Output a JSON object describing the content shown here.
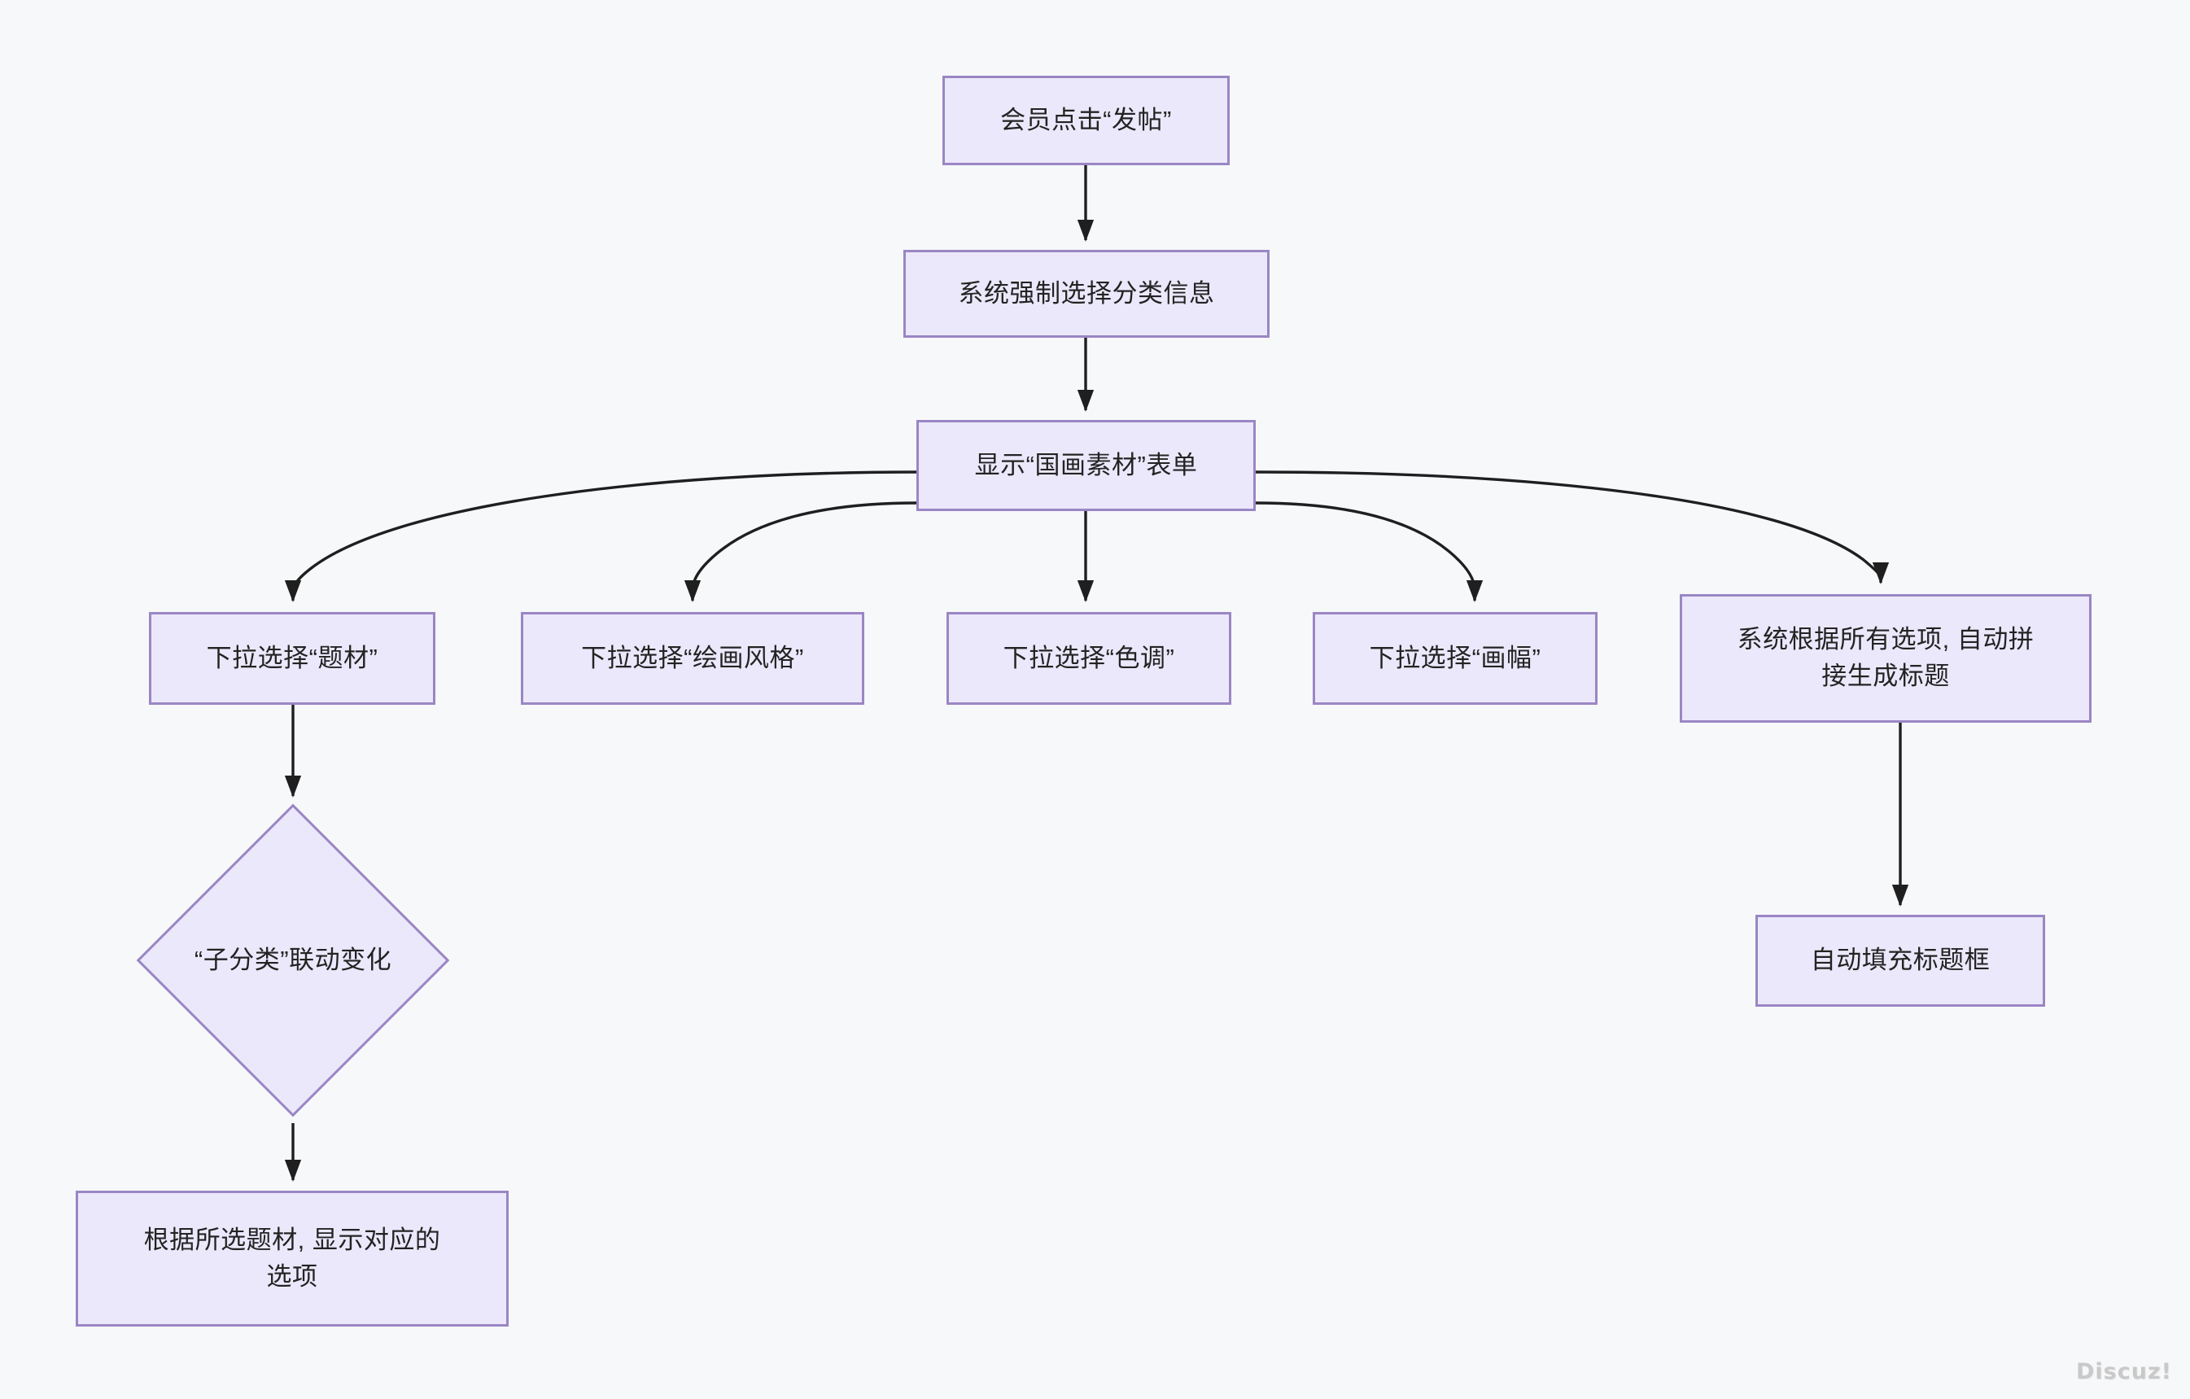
{
  "diagram": {
    "type": "flowchart",
    "direction": "top-down",
    "background_color": "#f7f8fa",
    "node_fill_color": "#ece8fb",
    "node_border_color": "#9a86c4",
    "edge_color": "#1f1f1f",
    "text_color": "#232323",
    "watermark": "Discuz!",
    "nodes": [
      {
        "id": "n1",
        "shape": "rect",
        "label": "会员点击“发帖”"
      },
      {
        "id": "n2",
        "shape": "rect",
        "label": "系统强制选择分类信息"
      },
      {
        "id": "n3",
        "shape": "rect",
        "label": "显示“国画素材”表单"
      },
      {
        "id": "n4",
        "shape": "rect",
        "label": "下拉选择“题材”"
      },
      {
        "id": "n5",
        "shape": "rect",
        "label": "下拉选择“绘画风格”"
      },
      {
        "id": "n6",
        "shape": "rect",
        "label": "下拉选择“色调”"
      },
      {
        "id": "n7",
        "shape": "rect",
        "label": "下拉选择“画幅”"
      },
      {
        "id": "n8",
        "shape": "rect",
        "label": "系统根据所有选项, 自动拼\n接生成标题"
      },
      {
        "id": "n9",
        "shape": "diamond",
        "label": "“子分类”联动变化"
      },
      {
        "id": "n10",
        "shape": "rect",
        "label": "根据所选题材, 显示对应的\n选项"
      },
      {
        "id": "n11",
        "shape": "rect",
        "label": "自动填充标题框"
      }
    ],
    "edges": [
      {
        "from": "n1",
        "to": "n2",
        "style": "straight",
        "arrow": "end"
      },
      {
        "from": "n2",
        "to": "n3",
        "style": "straight",
        "arrow": "end"
      },
      {
        "from": "n3",
        "to": "n4",
        "style": "curved",
        "arrow": "end"
      },
      {
        "from": "n3",
        "to": "n5",
        "style": "curved",
        "arrow": "end"
      },
      {
        "from": "n3",
        "to": "n6",
        "style": "straight",
        "arrow": "end"
      },
      {
        "from": "n3",
        "to": "n7",
        "style": "curved",
        "arrow": "end"
      },
      {
        "from": "n3",
        "to": "n8",
        "style": "curved",
        "arrow": "end"
      },
      {
        "from": "n4",
        "to": "n9",
        "style": "straight",
        "arrow": "end"
      },
      {
        "from": "n9",
        "to": "n10",
        "style": "straight",
        "arrow": "end"
      },
      {
        "from": "n8",
        "to": "n11",
        "style": "straight",
        "arrow": "end"
      }
    ]
  }
}
